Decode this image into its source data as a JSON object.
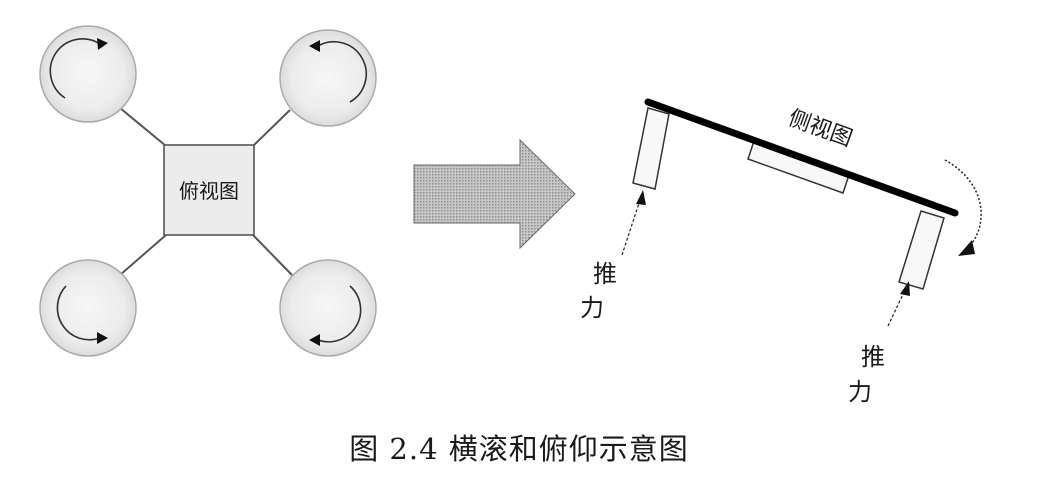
{
  "top_view": {
    "label": "俯视图"
  },
  "side_view": {
    "label": "侧视图",
    "thrust_left": [
      "推",
      "力"
    ],
    "thrust_right": [
      "推",
      "力"
    ]
  },
  "caption": "图 2.4  横滚和俯仰示意图"
}
